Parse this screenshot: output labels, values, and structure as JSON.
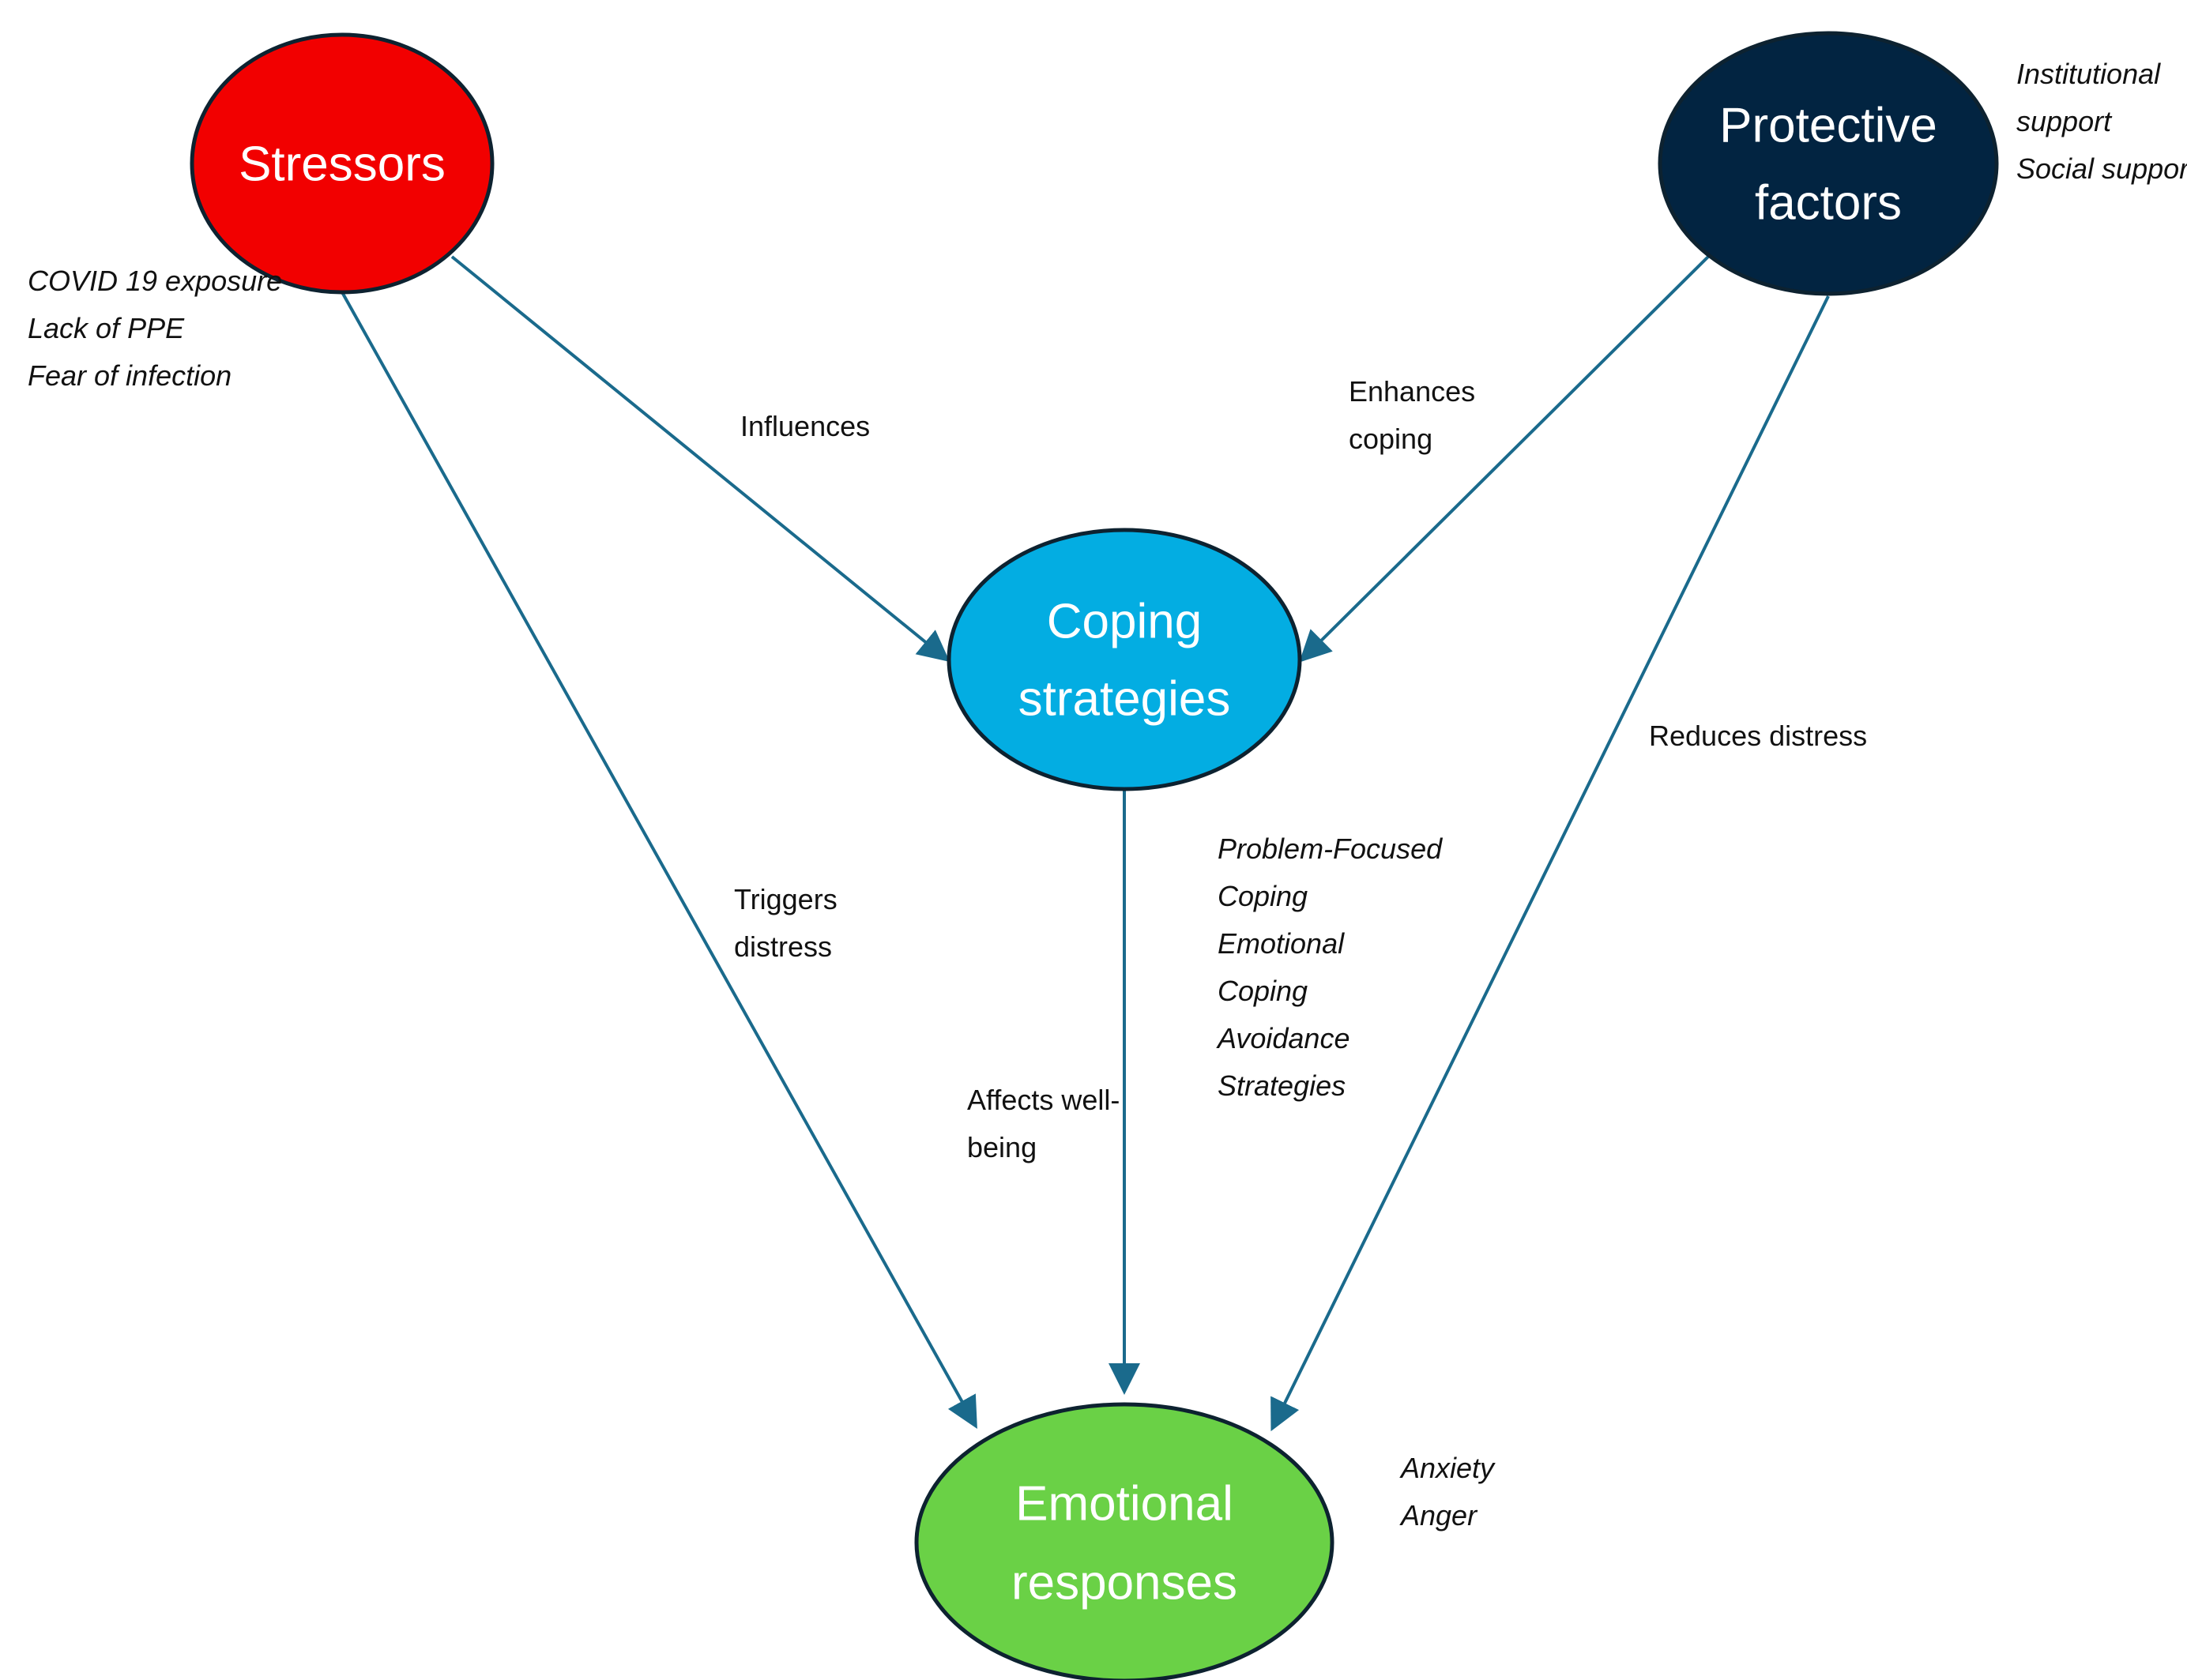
{
  "colors": {
    "stressors": "#f20000",
    "protective": "#022441",
    "coping": "#03ade2",
    "emotional": "#6ad146",
    "edge": "#1a6a8c"
  },
  "nodes": {
    "stressors": {
      "lines": [
        "Stressors"
      ]
    },
    "protective": {
      "lines": [
        "Protective",
        "factors"
      ]
    },
    "coping": {
      "lines": [
        "Coping",
        "strategies"
      ]
    },
    "emotional": {
      "lines": [
        "Emotional",
        "responses"
      ]
    }
  },
  "edges": {
    "influences": {
      "lines": [
        "Influences"
      ]
    },
    "enhances": {
      "lines": [
        "Enhances",
        "coping"
      ]
    },
    "triggers": {
      "lines": [
        "Triggers",
        "distress"
      ]
    },
    "affects": {
      "lines": [
        "Affects well-",
        "being"
      ]
    },
    "reduces": {
      "lines": [
        "Reduces distress"
      ]
    }
  },
  "notes": {
    "stressors": [
      "COVID 19 exposure",
      "Lack of PPE",
      "Fear of infection"
    ],
    "protective": [
      "Institutional",
      "support",
      "Social support"
    ],
    "coping": [
      "Problem-Focused",
      "Coping",
      "Emotional",
      "Coping",
      "Avoidance",
      "Strategies"
    ],
    "emotional": [
      "Anxiety",
      "Anger"
    ]
  }
}
